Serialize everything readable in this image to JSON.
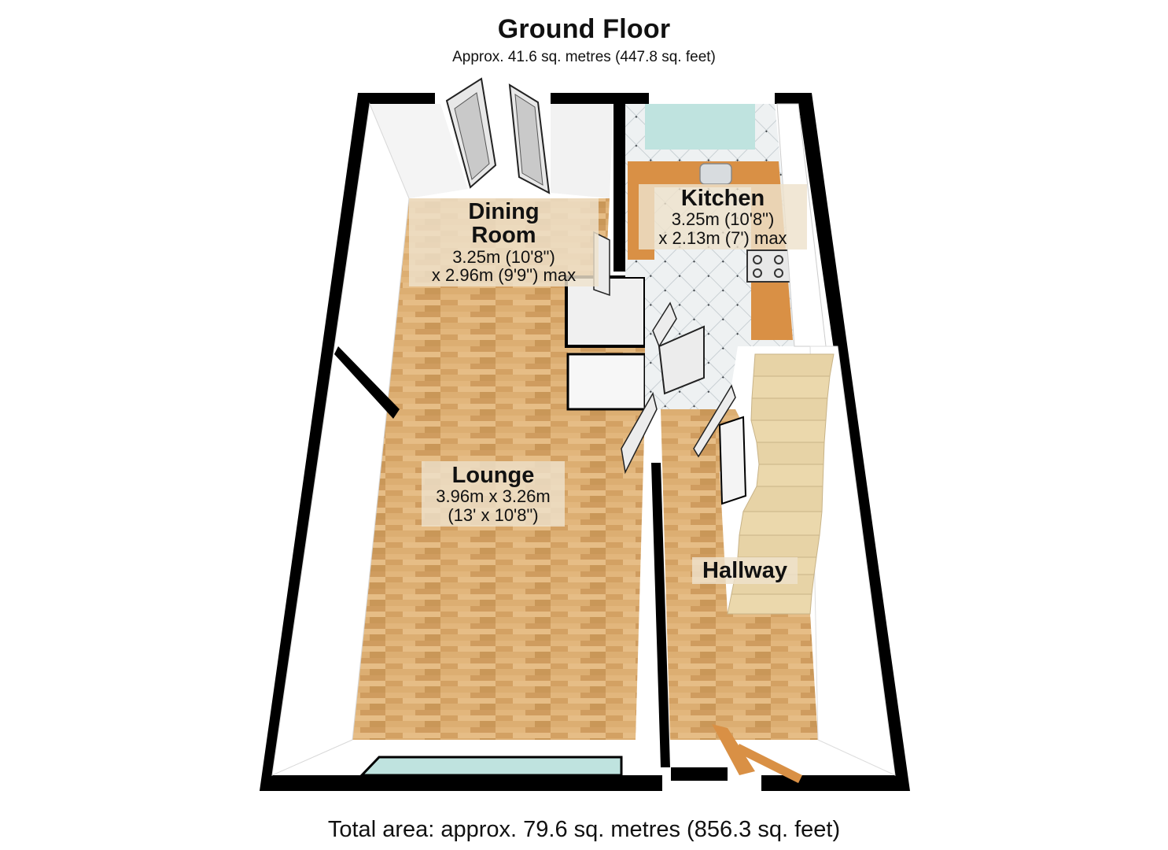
{
  "header": {
    "title": "Ground Floor",
    "subtitle": "Approx. 41.6 sq. metres (447.8 sq. feet)"
  },
  "rooms": {
    "dining": {
      "name_line1": "Dining",
      "name_line2": "Room",
      "dim1": "3.25m (10'8\")",
      "dim2": "x 2.96m (9'9\") max"
    },
    "kitchen": {
      "name": "Kitchen",
      "dim1": "3.25m (10'8\")",
      "dim2": "x 2.13m (7') max"
    },
    "lounge": {
      "name": "Lounge",
      "dim1": "3.96m x 3.26m",
      "dim2": "(13' x 10'8\")"
    },
    "hallway": {
      "name": "Hallway"
    }
  },
  "footer": {
    "total": "Total area: approx. 79.6 sq. metres (856.3 sq. feet)"
  },
  "colors": {
    "wall": "#000000",
    "wall_face": "#f2f2f2",
    "floor_wood": "#d9aa6e",
    "worktop": "#d99045",
    "stairs": "#e7d3a6",
    "kitchen_floor": "#ecf0f1",
    "window_glass": "#bfe3df"
  }
}
